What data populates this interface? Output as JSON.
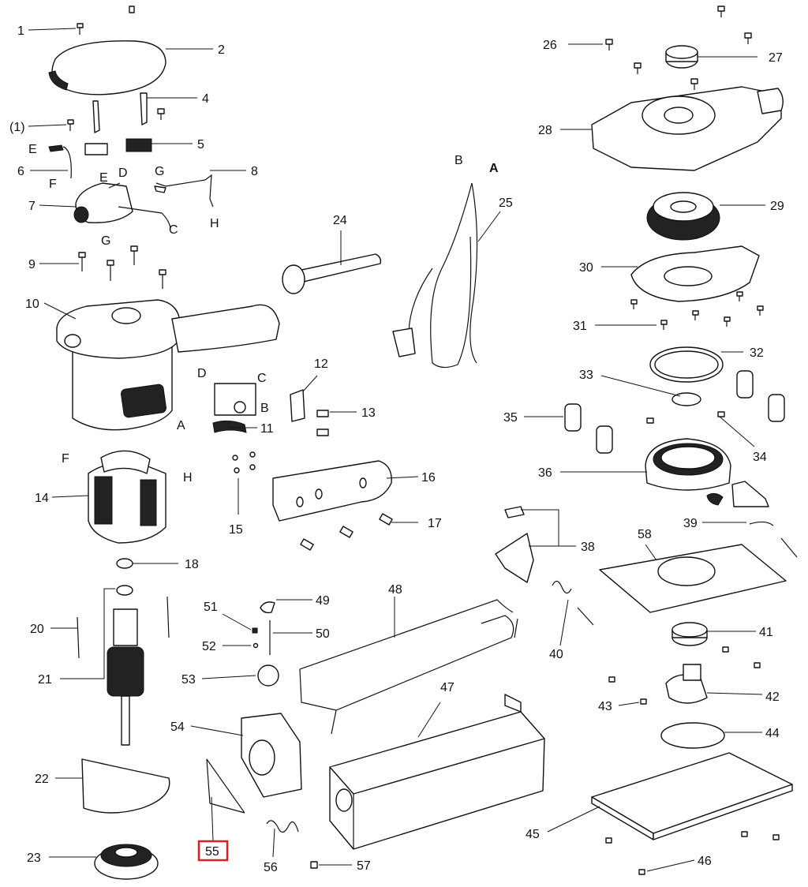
{
  "diagram": {
    "highlighted_part": "55",
    "part_numbers": [
      "1",
      "(1)",
      "2",
      "4",
      "5",
      "6",
      "7",
      "8",
      "9",
      "10",
      "11",
      "12",
      "13",
      "14",
      "15",
      "16",
      "17",
      "18",
      "20",
      "21",
      "22",
      "23",
      "24",
      "25",
      "26",
      "27",
      "28",
      "29",
      "30",
      "31",
      "32",
      "33",
      "34",
      "35",
      "36",
      "38",
      "39",
      "40",
      "41",
      "42",
      "43",
      "44",
      "45",
      "46",
      "47",
      "48",
      "49",
      "50",
      "51",
      "52",
      "53",
      "54",
      "55",
      "56",
      "57",
      "58"
    ],
    "wire_markers": [
      "A",
      "B",
      "C",
      "D",
      "E",
      "F",
      "G",
      "H"
    ],
    "highlight_color": "#e02020"
  }
}
